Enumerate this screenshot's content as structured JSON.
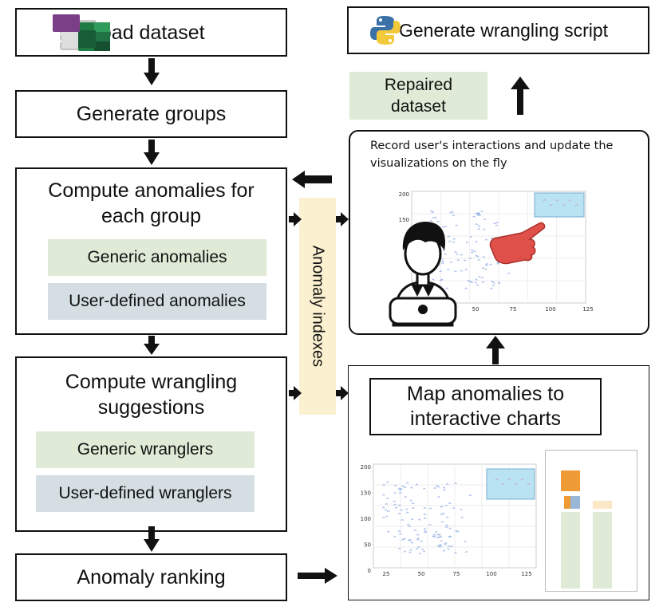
{
  "steps": {
    "load": "Load dataset",
    "groups": "Generate groups",
    "anomalies_title": "Compute anomalies for each group",
    "generic_anomalies": "Generic anomalies",
    "user_anomalies": "User-defined anomalies",
    "wrangling_title": "Compute wrangling suggestions",
    "generic_wranglers": "Generic wranglers",
    "user_wranglers": "User-defined wranglers",
    "ranking": "Anomaly ranking",
    "map_charts": "Map anomalies to interactive charts",
    "script": "Generate wrangling script",
    "repaired": "Repaired dataset",
    "record": "Record user's interactions and update the visualizations on the fly",
    "anomaly_indexes": "Anomaly indexes"
  },
  "icons": {
    "csv_label": "CSV",
    "excel_label": "X"
  },
  "chart_top": {
    "y_ticks": [
      "200",
      "150"
    ],
    "x_ticks": [
      "50",
      "75",
      "100",
      "125"
    ]
  },
  "chart_bottom": {
    "y_ticks": [
      "200",
      "150",
      "100",
      "50",
      "0"
    ],
    "x_ticks": [
      "25",
      "50",
      "75",
      "100",
      "125"
    ]
  },
  "colors": {
    "green_fill": "#dfead7",
    "blue_fill": "#d4dee3",
    "band_fill": "#fbf0d0",
    "selection_fill": "#b9e3f3",
    "point_color": "#5b86d6",
    "hand_color": "#e0504a",
    "bar_orange": "#ef9b35"
  }
}
